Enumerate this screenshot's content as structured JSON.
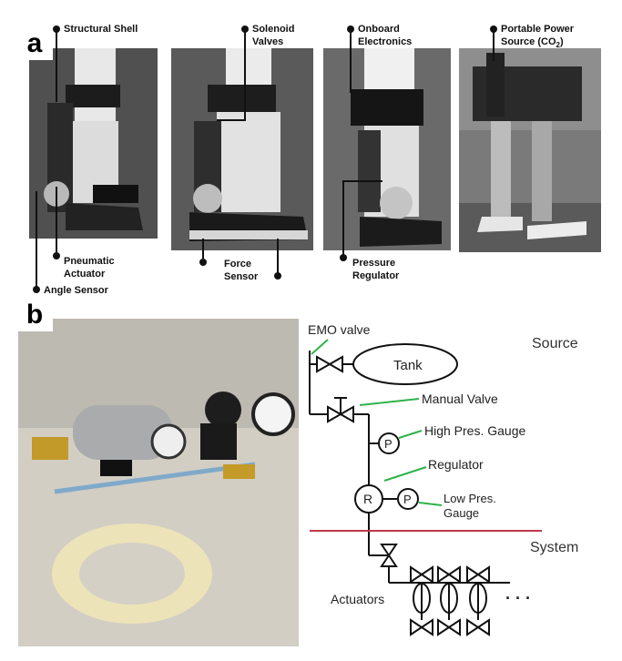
{
  "panel_a": {
    "letter": "a",
    "callouts": {
      "structural_shell": "Structural Shell",
      "solenoid_valves_1": "Solenoid",
      "solenoid_valves_2": "Valves",
      "onboard_electronics_1": "Onboard",
      "onboard_electronics_2": "Electronics",
      "portable_power_1": "Portable Power",
      "portable_power_2": "Source (CO",
      "portable_power_sub": "2",
      "portable_power_close": ")",
      "pneumatic_actuator_1": "Pneumatic",
      "pneumatic_actuator_2": "Actuator",
      "angle_sensor": "Angle Sensor",
      "force_sensor_1": "Force",
      "force_sensor_2": "Sensor",
      "pressure_regulator_1": "Pressure",
      "pressure_regulator_2": "Regulator"
    }
  },
  "panel_b": {
    "letter": "b",
    "diagram": {
      "emo_valve": "EMO valve",
      "source": "Source",
      "tank": "Tank",
      "manual_valve": "Manual Valve",
      "high_pres_gauge": "High Pres. Gauge",
      "gauge_symbol": "P",
      "regulator": "Regulator",
      "regulator_symbol": "R",
      "low_pres_gauge_1": "Low Pres.",
      "low_pres_gauge_2": "Gauge",
      "system": "System",
      "actuators": "Actuators",
      "ellipsis": "· · ·"
    },
    "colors": {
      "leader_green": "#2fb34a",
      "divider_red": "#c0394b"
    }
  }
}
